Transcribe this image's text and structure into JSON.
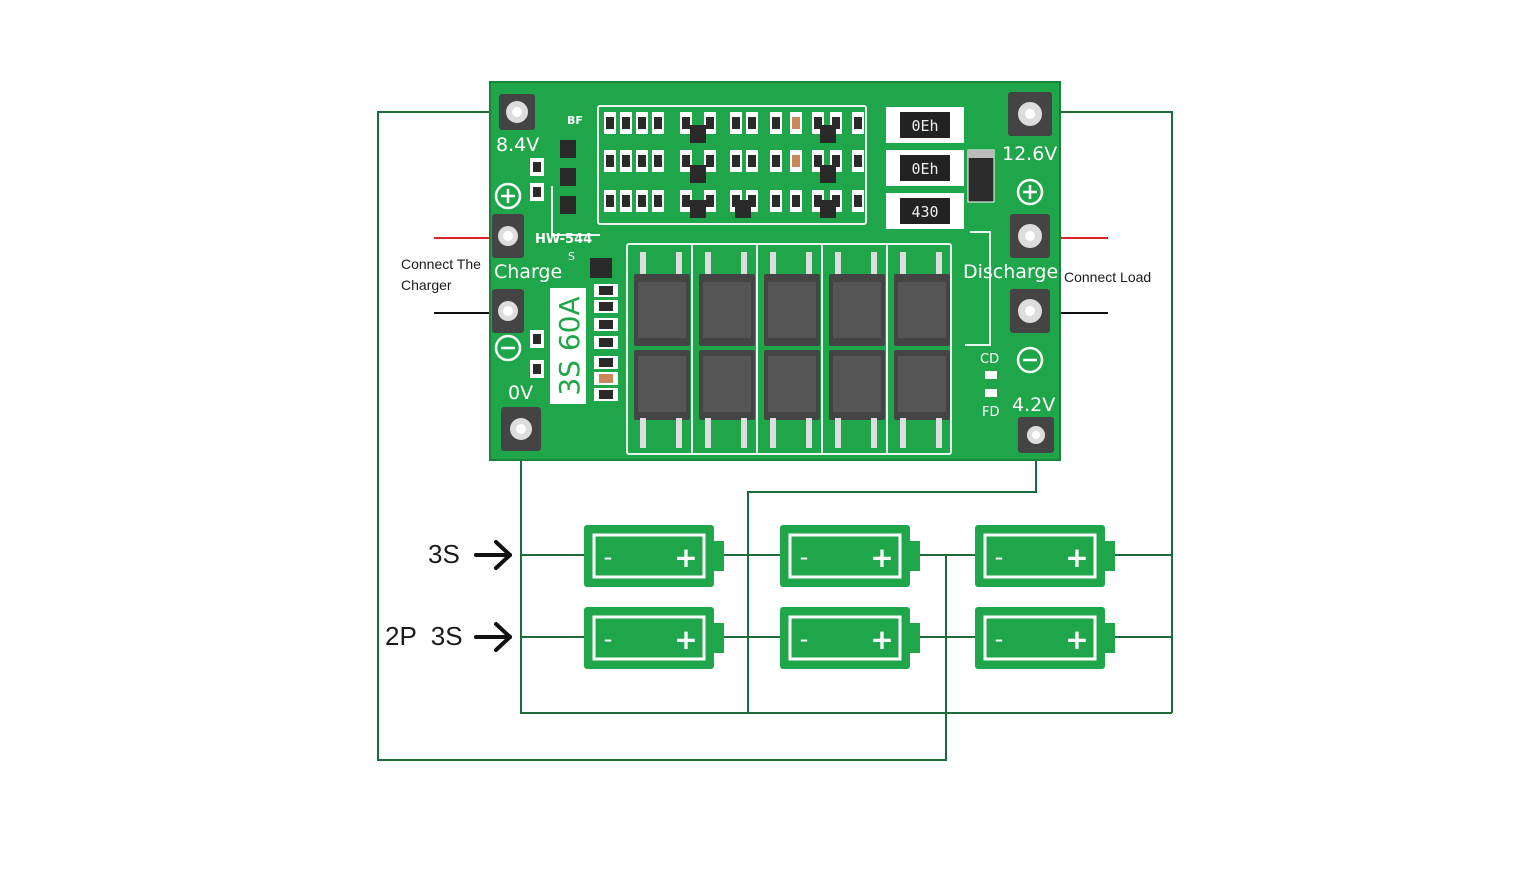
{
  "board": {
    "model": "HW-544",
    "rating": "3S 60A",
    "marking_bf": "BF",
    "marking_s": "S",
    "marking_cd": "CD",
    "marking_fd": "FD",
    "resistors": [
      "0Eh",
      "0Eh",
      "430"
    ],
    "charge_label": "Charge",
    "discharge_label": "Discharge",
    "pad_voltages": {
      "top_left": "8.4V",
      "bottom_left": "0V",
      "top_right": "12.6V",
      "bottom_right": "4.2V"
    },
    "color": "#1fa64a"
  },
  "annotations": {
    "charger": "Connect The\nCharger",
    "load": "Connect Load",
    "row1": "3S",
    "row2": "2P  3S"
  },
  "batteries": {
    "rows": 2,
    "per_row": 3,
    "neg": "-",
    "pos": "+",
    "color": "#1fa64a"
  },
  "colors": {
    "wire": "#1e6b3a",
    "pos_lead": "#d9262b",
    "neg_lead": "#111111"
  }
}
